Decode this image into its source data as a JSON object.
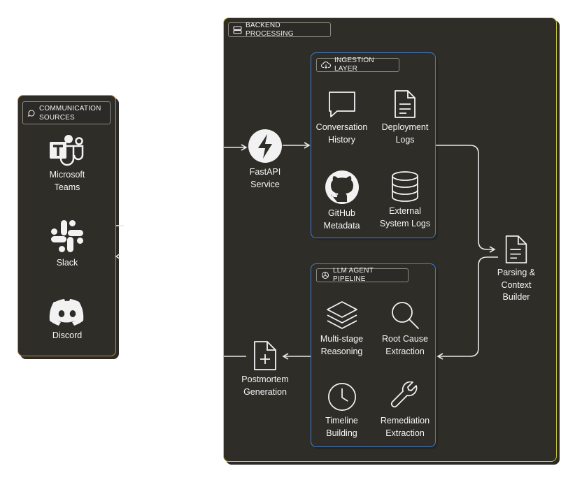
{
  "colors": {
    "panel_fill": "#2f2d28",
    "sources_border": "#c98a3a",
    "backend_border": "#c9c73a",
    "layer_border": "#3d7fd6",
    "line": "#e8e8e8"
  },
  "sources": {
    "title": "COMMUNICATION SOURCES",
    "items": [
      {
        "label": "Microsoft Teams",
        "icon": "microsoft-teams-icon"
      },
      {
        "label": "Slack",
        "icon": "slack-icon"
      },
      {
        "label": "Discord",
        "icon": "discord-icon"
      }
    ]
  },
  "backend": {
    "title": "BACKEND PROCESSING",
    "fastapi": {
      "label": "FastAPI\nService",
      "icon": "lightning-bolt-icon"
    },
    "ingestion": {
      "title": "INGESTION LAYER",
      "items": [
        {
          "label": "Conversation\nHistory",
          "icon": "chat-bubble-icon"
        },
        {
          "label": "Deployment\nLogs",
          "icon": "document-icon"
        },
        {
          "label": "GitHub\nMetadata",
          "icon": "github-icon"
        },
        {
          "label": "External\nSystem Logs",
          "icon": "database-icon"
        }
      ]
    },
    "pipeline": {
      "title": "LLM AGENT PIPELINE",
      "items": [
        {
          "label": "Multi-stage\nReasoning",
          "icon": "layers-icon"
        },
        {
          "label": "Root Cause\nExtraction",
          "icon": "magnifier-icon"
        },
        {
          "label": "Timeline\nBuilding",
          "icon": "clock-icon"
        },
        {
          "label": "Remediation\nExtraction",
          "icon": "wrench-icon"
        }
      ]
    },
    "parser": {
      "label": "Parsing &\nContext\nBuilder",
      "icon": "document-icon"
    },
    "postmortem": {
      "label": "Postmortem\nGeneration",
      "icon": "file-plus-icon"
    }
  }
}
